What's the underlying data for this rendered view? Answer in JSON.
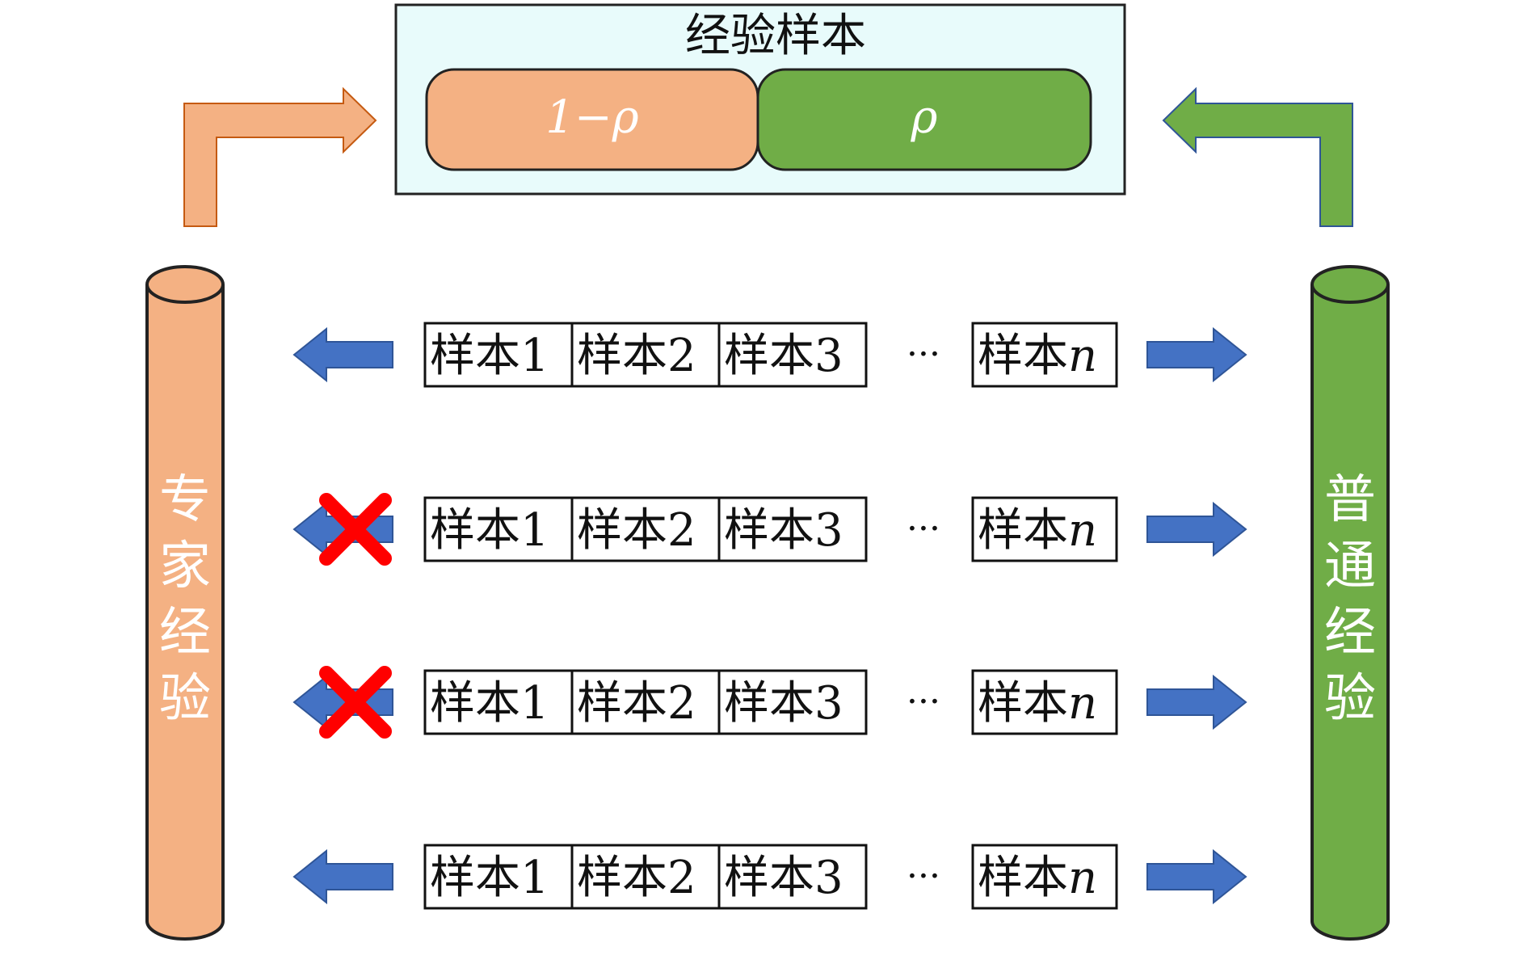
{
  "buffer": {
    "title": "经验样本",
    "left_part": "1−ρ",
    "right_part": "ρ"
  },
  "left_pillar": {
    "label": [
      "专",
      "家",
      "经",
      "验"
    ]
  },
  "right_pillar": {
    "label": [
      "普",
      "通",
      "经",
      "验"
    ]
  },
  "sample_prefix": "样本",
  "rows": [
    {
      "cells": [
        "1",
        "2",
        "3"
      ],
      "ellipsis": "···",
      "last": "n",
      "left_blocked": false
    },
    {
      "cells": [
        "1",
        "2",
        "3"
      ],
      "ellipsis": "···",
      "last": "n",
      "left_blocked": true
    },
    {
      "cells": [
        "1",
        "2",
        "3"
      ],
      "ellipsis": "···",
      "last": "n",
      "left_blocked": true
    },
    {
      "cells": [
        "1",
        "2",
        "3"
      ],
      "ellipsis": "···",
      "last": "n",
      "left_blocked": false
    }
  ],
  "colors": {
    "expert": "#f4b183",
    "normal": "#70ad47",
    "arrow_blue": "#4472c4",
    "block_red": "#ff0000",
    "buffer_bg": "#e8fbfb",
    "outline": "#222222"
  }
}
